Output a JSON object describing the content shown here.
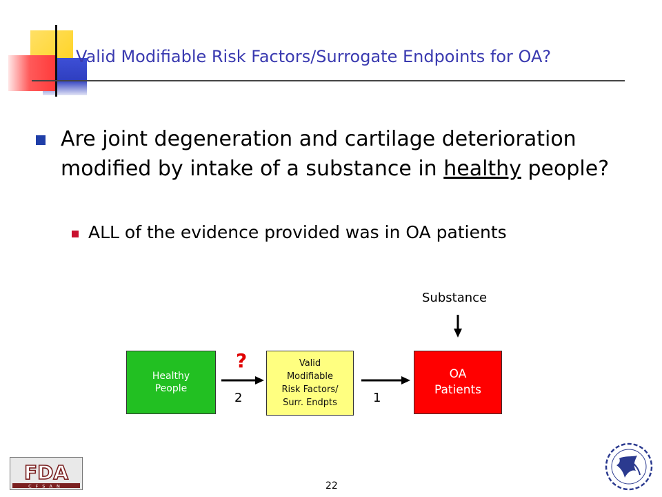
{
  "slide": {
    "title": "Valid Modifiable Risk Factors/Surrogate Endpoints for OA?",
    "bullet_main_before": "Are joint degeneration and cartilage deterioration modified by intake of a substance in ",
    "bullet_main_underlined": "healthy",
    "bullet_main_after": " people?",
    "bullet_sub": "ALL of the evidence provided was in OA patients"
  },
  "diagram": {
    "box_healthy_line1": "Healthy",
    "box_healthy_line2": "People",
    "box_valid_line1": "Valid",
    "box_valid_line2": "Modifiable",
    "box_valid_line3": "Risk Factors/",
    "box_valid_line4": "Surr. Endpts",
    "box_oa_line1": "OA",
    "box_oa_line2": "Patients",
    "substance_label": "Substance",
    "question_mark": "?",
    "arrow_label_2": "2",
    "arrow_label_1": "1"
  },
  "footer": {
    "page_number": "22",
    "fda_logo_text": "FDA",
    "cfsan_text": "CFSAN"
  },
  "colors": {
    "title": "#3a3ab0",
    "bullet_primary": "#1f3ea8",
    "bullet_secondary": "#c8102e",
    "healthy_box": "#22c022",
    "valid_box": "#ffff80",
    "oa_box": "#ff0000"
  },
  "icons": {
    "fda_logo": "fda-cfsan-logo",
    "hhs_seal": "hhs-eagle-seal"
  }
}
